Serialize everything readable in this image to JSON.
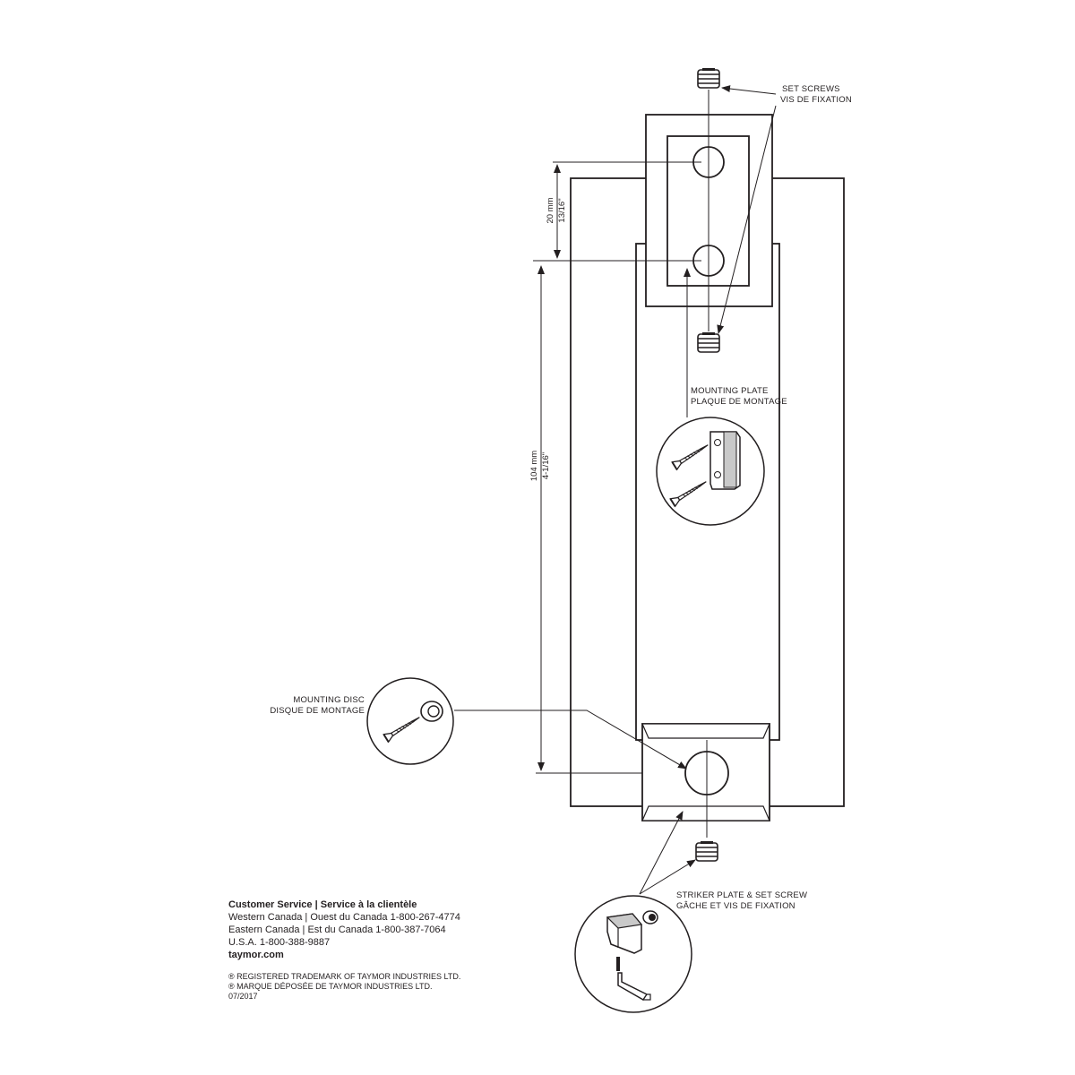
{
  "labels": {
    "set_screws": [
      "SET SCREWS",
      "VIS DE FIXATION"
    ],
    "mounting_plate": [
      "MOUNTING PLATE",
      "PLAQUE DE MONTAGE"
    ],
    "mounting_disc": [
      "MOUNTING DISC",
      "DISQUE DE MONTAGE"
    ],
    "striker_plate": [
      "STRIKER PLATE & SET SCREW",
      "GÂCHE ET VIS DE FIXATION"
    ]
  },
  "dimensions": {
    "small_mm": "20 mm",
    "small_in": "13/16\"",
    "large_mm": "104 mm",
    "large_in": "4-1/16\""
  },
  "footer": {
    "title": "Customer Service | Service à la clientèle",
    "western": "Western Canada | Ouest du Canada 1-800-267-4774",
    "eastern": "Eastern Canada | Est du Canada 1-800-387-7064",
    "usa": "U.S.A. 1-800-388-9887",
    "website": "taymor.com",
    "trademark_en": "® REGISTERED TRADEMARK OF TAYMOR INDUSTRIES LTD.",
    "trademark_fr": "® MARQUE DÉPOSÉE DE TAYMOR INDUSTRIES LTD.",
    "date": "07/2017"
  },
  "colors": {
    "line": "#231f20",
    "background": "#ffffff"
  }
}
